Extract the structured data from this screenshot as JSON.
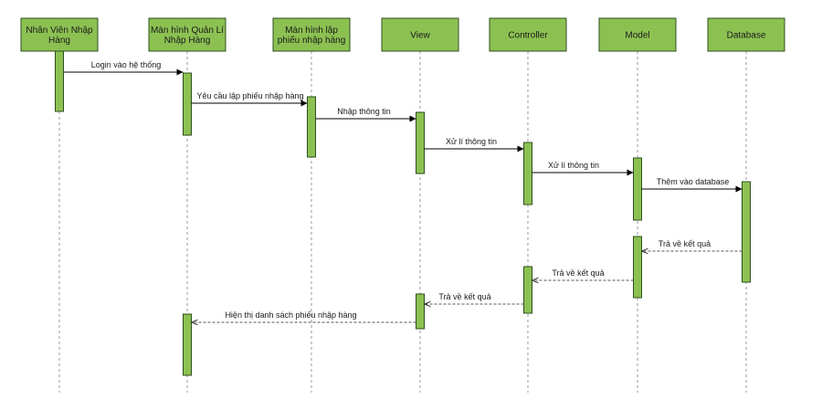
{
  "participants": [
    {
      "id": "nv",
      "lines": [
        "Nhân Viên Nhập",
        "Hàng"
      ]
    },
    {
      "id": "ql",
      "lines": [
        "Màn hình Quản Lí",
        "Nhập Hàng"
      ]
    },
    {
      "id": "lap",
      "lines": [
        "Màn hình lập",
        "phiếu nhập hàng"
      ]
    },
    {
      "id": "view",
      "lines": [
        "View"
      ]
    },
    {
      "id": "ctrl",
      "lines": [
        "Controller"
      ]
    },
    {
      "id": "model",
      "lines": [
        "Model"
      ]
    },
    {
      "id": "db",
      "lines": [
        "Database"
      ]
    }
  ],
  "messages": [
    {
      "from": "nv",
      "to": "ql",
      "label": "Login vào hệ thống",
      "type": "call"
    },
    {
      "from": "ql",
      "to": "lap",
      "label": "Yêu cầu lập phiếu nhập hàng",
      "type": "call"
    },
    {
      "from": "lap",
      "to": "view",
      "label": "Nhập thông tin",
      "type": "call"
    },
    {
      "from": "view",
      "to": "ctrl",
      "label": "Xử lí thông tin",
      "type": "call"
    },
    {
      "from": "ctrl",
      "to": "model",
      "label": "Xử lí thông tin",
      "type": "call"
    },
    {
      "from": "model",
      "to": "db",
      "label": "Thêm vào database",
      "type": "call"
    },
    {
      "from": "db",
      "to": "model",
      "label": "Trả về kết quả",
      "type": "return"
    },
    {
      "from": "model",
      "to": "ctrl",
      "label": "Trả về kết quả",
      "type": "return"
    },
    {
      "from": "ctrl",
      "to": "view",
      "label": "Trả về kết quả",
      "type": "return"
    },
    {
      "from": "view",
      "to": "ql",
      "label": "Hiện thị danh sách phiếu nhập hàng",
      "type": "return"
    }
  ]
}
